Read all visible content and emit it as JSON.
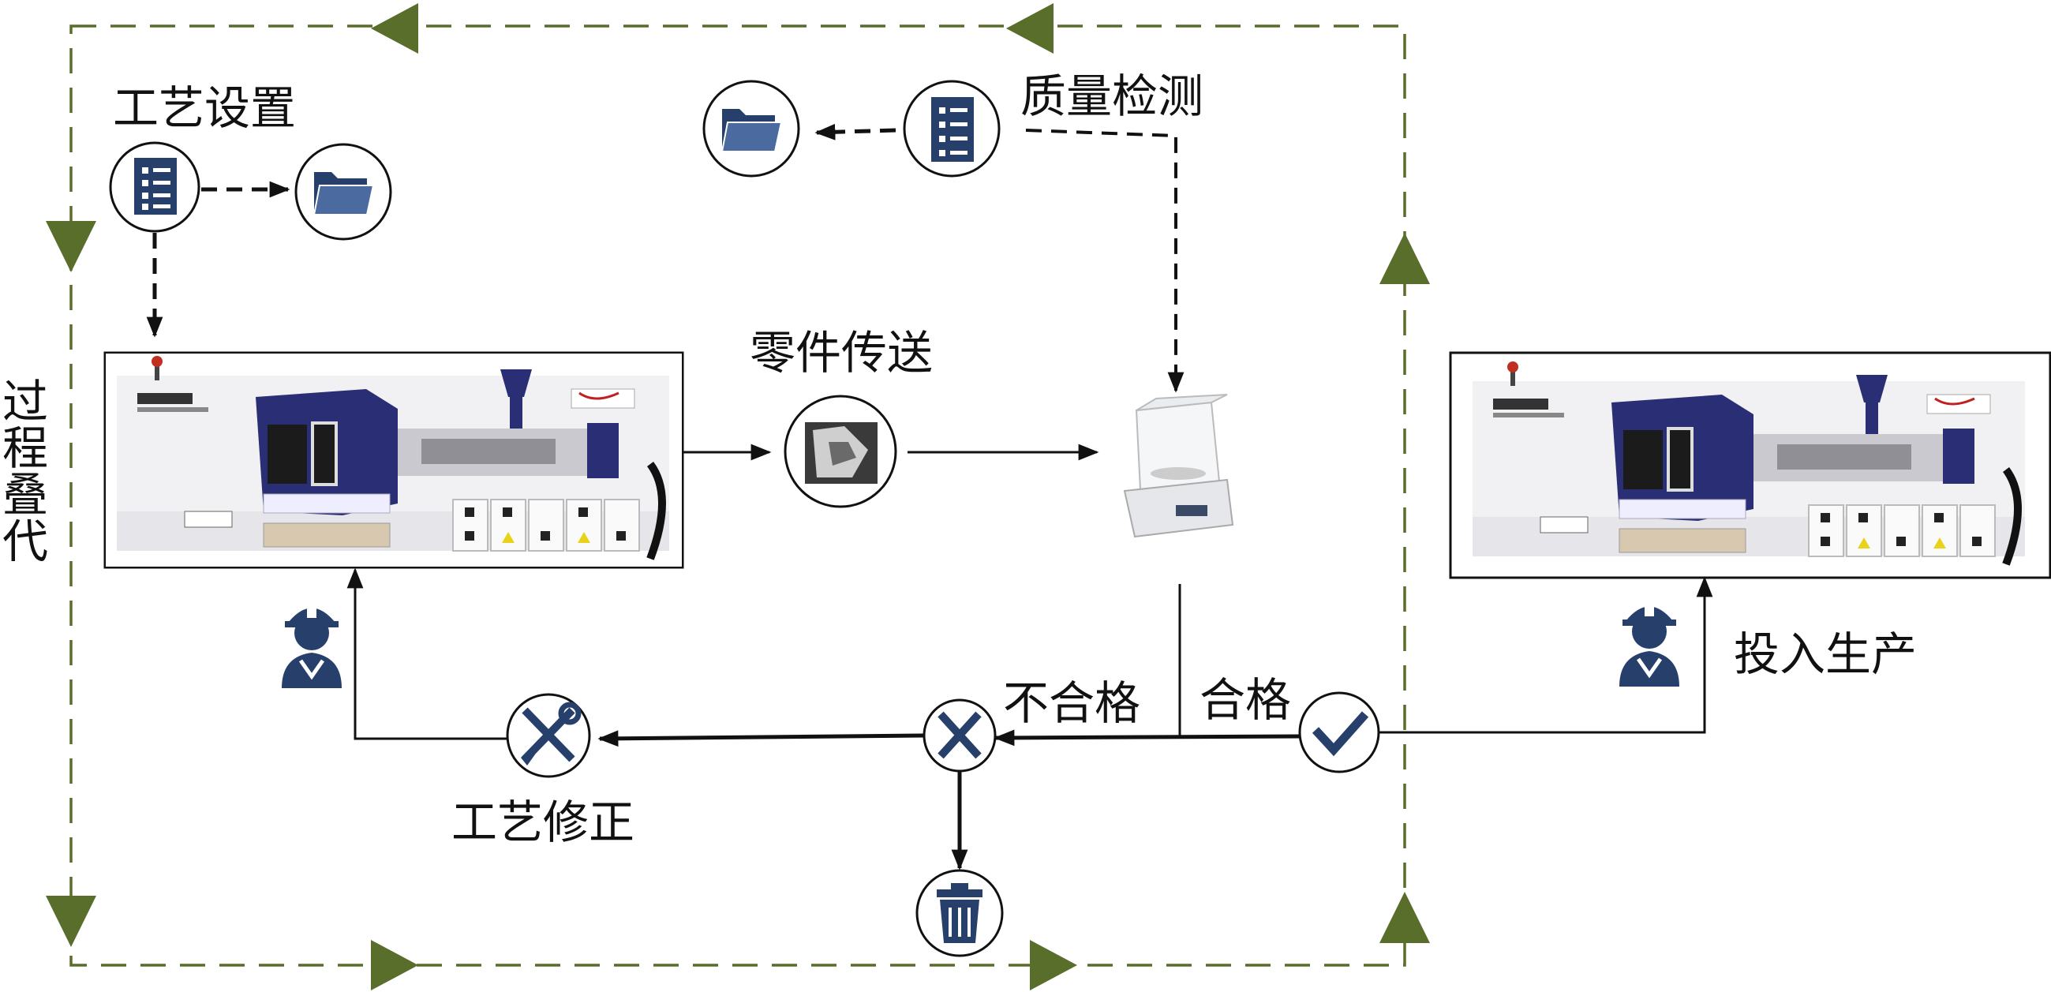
{
  "labels": {
    "process_setup": "工艺设置",
    "quality_inspection": "质量检测",
    "part_transfer": "零件传送",
    "process_iteration": "过程叠代",
    "unqualified": "不合格",
    "qualified": "合格",
    "process_correction": "工艺修正",
    "put_into_production": "投入生产"
  },
  "colors": {
    "loop_green": "#5a6e2c",
    "icon_navy": "#27406b",
    "line": "#111111"
  },
  "icons": {
    "setup_doc": "checklist-document-icon",
    "setup_folder": "folder-icon",
    "qc_doc": "checklist-document-icon",
    "qc_folder": "folder-icon",
    "transfer": "robot-part-icon",
    "scale": "precision-balance-icon",
    "reject": "cross-icon",
    "accept": "check-icon",
    "correction": "wrench-screwdriver-icon",
    "trash": "trash-can-icon",
    "worker_left": "worker-icon",
    "worker_right": "worker-icon"
  }
}
